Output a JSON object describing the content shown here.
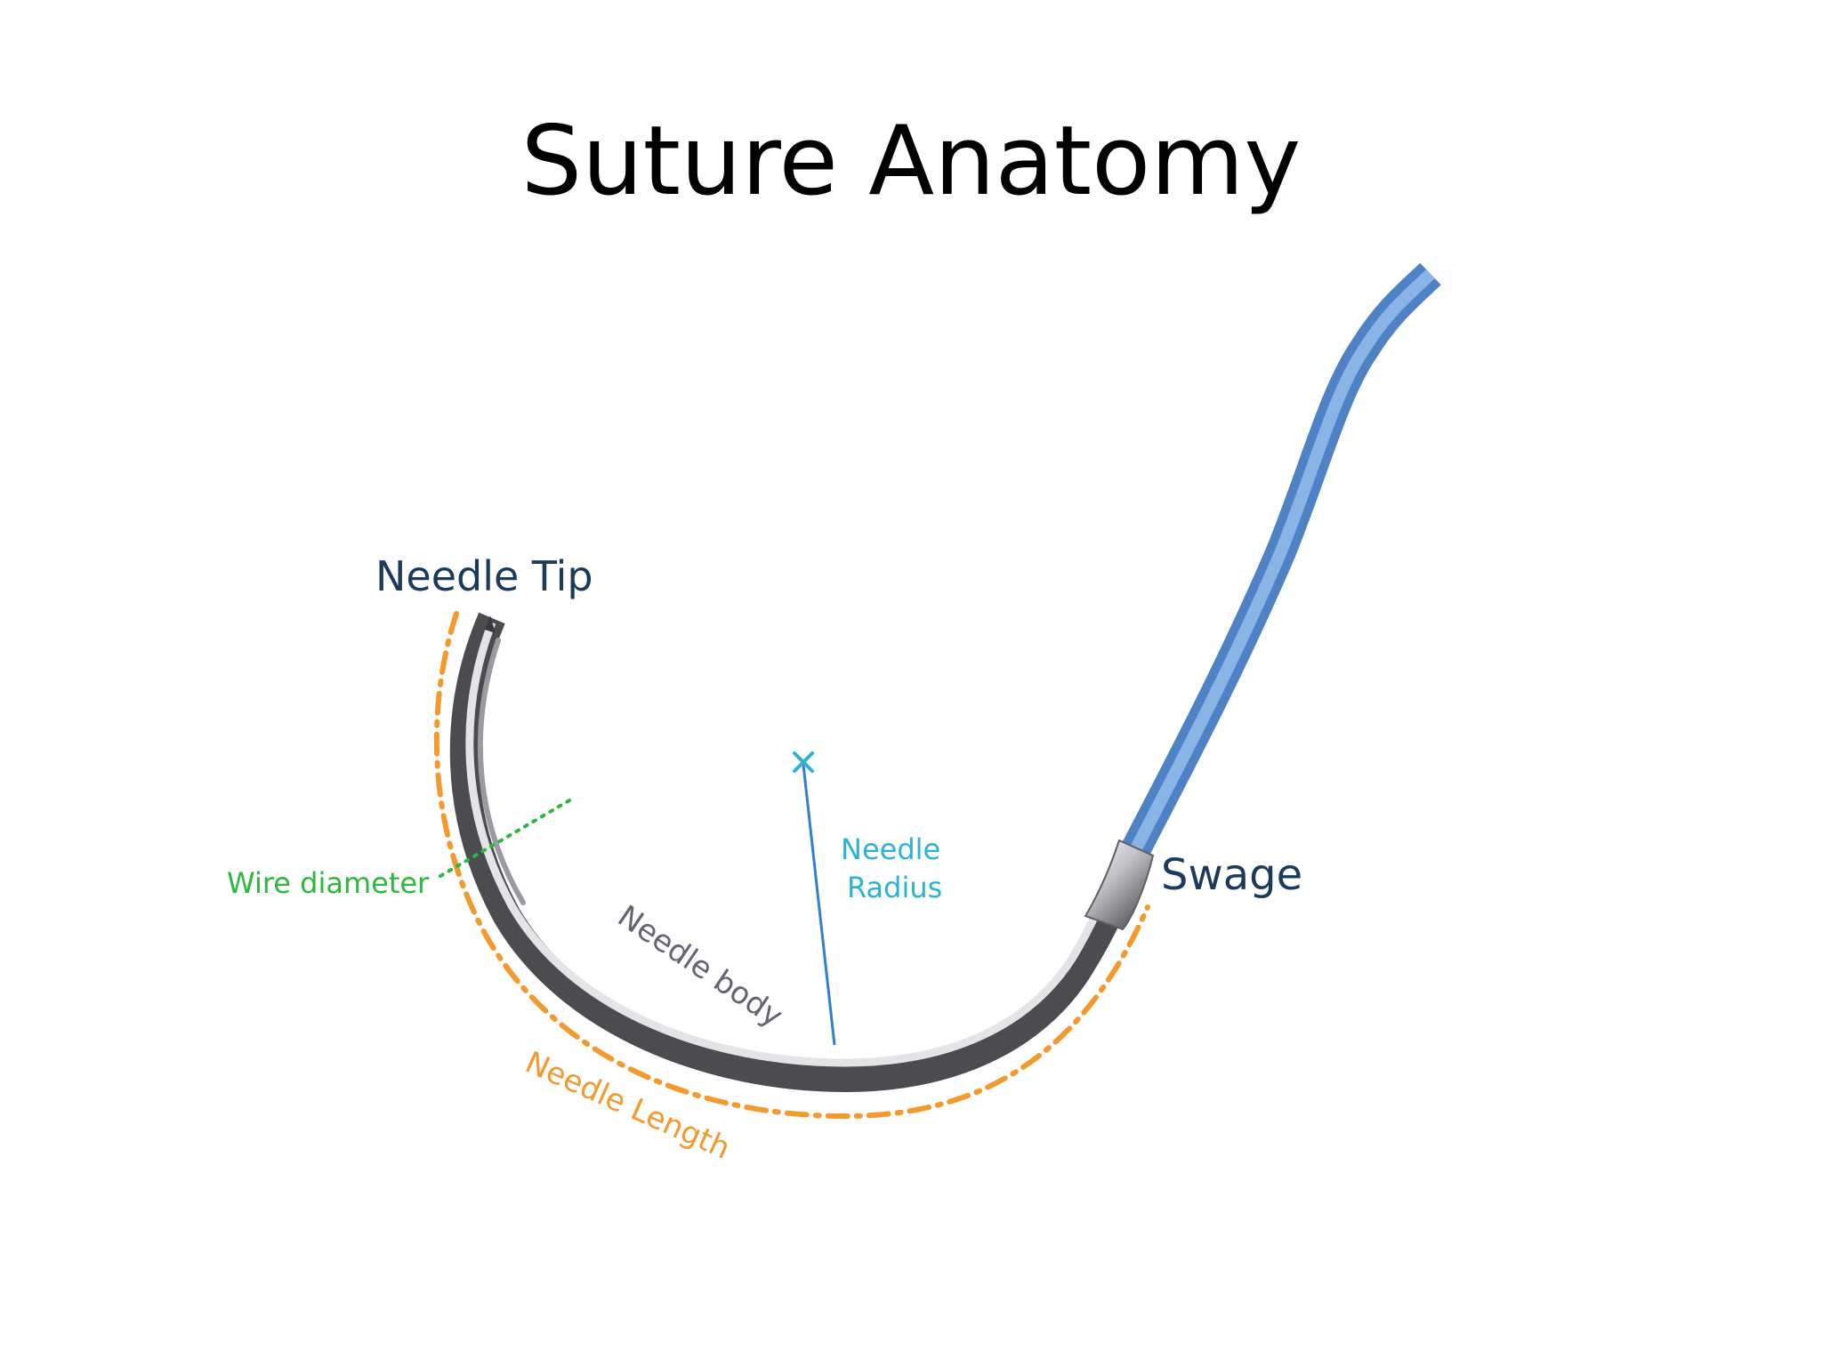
{
  "slide": {
    "title": "Suture Anatomy"
  },
  "diagram": {
    "labels": {
      "needle_tip": "Needle Tip",
      "swage": "Swage",
      "wire_diameter": "Wire diameter",
      "needle_body": "Needle body",
      "needle_radius_line1": "Needle",
      "needle_radius_line2": "Radius",
      "needle_length": "Needle Length"
    },
    "colors": {
      "title_text": "#000000",
      "dark_label": "#1b3a5c",
      "wire_diameter": "#2db83d",
      "needle_body_label": "#666270",
      "needle_radius": "#2fb1d6",
      "radius_line": "#2f7fd8",
      "needle_length": "#f29a2e",
      "suture_thread": "#6f9fd8",
      "needle_metal_dark": "#4a4a4e",
      "needle_metal_light": "#e6e6e8"
    }
  }
}
